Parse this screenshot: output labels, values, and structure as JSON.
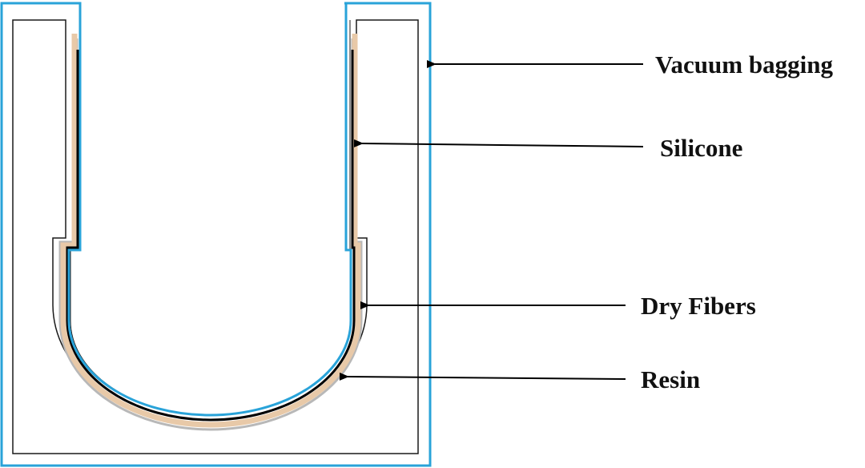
{
  "labels": {
    "vacuum_bagging": "Vacuum bagging",
    "silicone": "Silicone",
    "dry_fibers": "Dry Fibers",
    "resin": "Resin"
  },
  "colors": {
    "vacuum_bag": "#29a3d9",
    "mold_outline": "#1a1a1a",
    "silicone": "#000000",
    "dry_fibers": "#e8c9a8",
    "resin": "#b8b8b8",
    "arrow": "#000000",
    "text": "#111111"
  }
}
